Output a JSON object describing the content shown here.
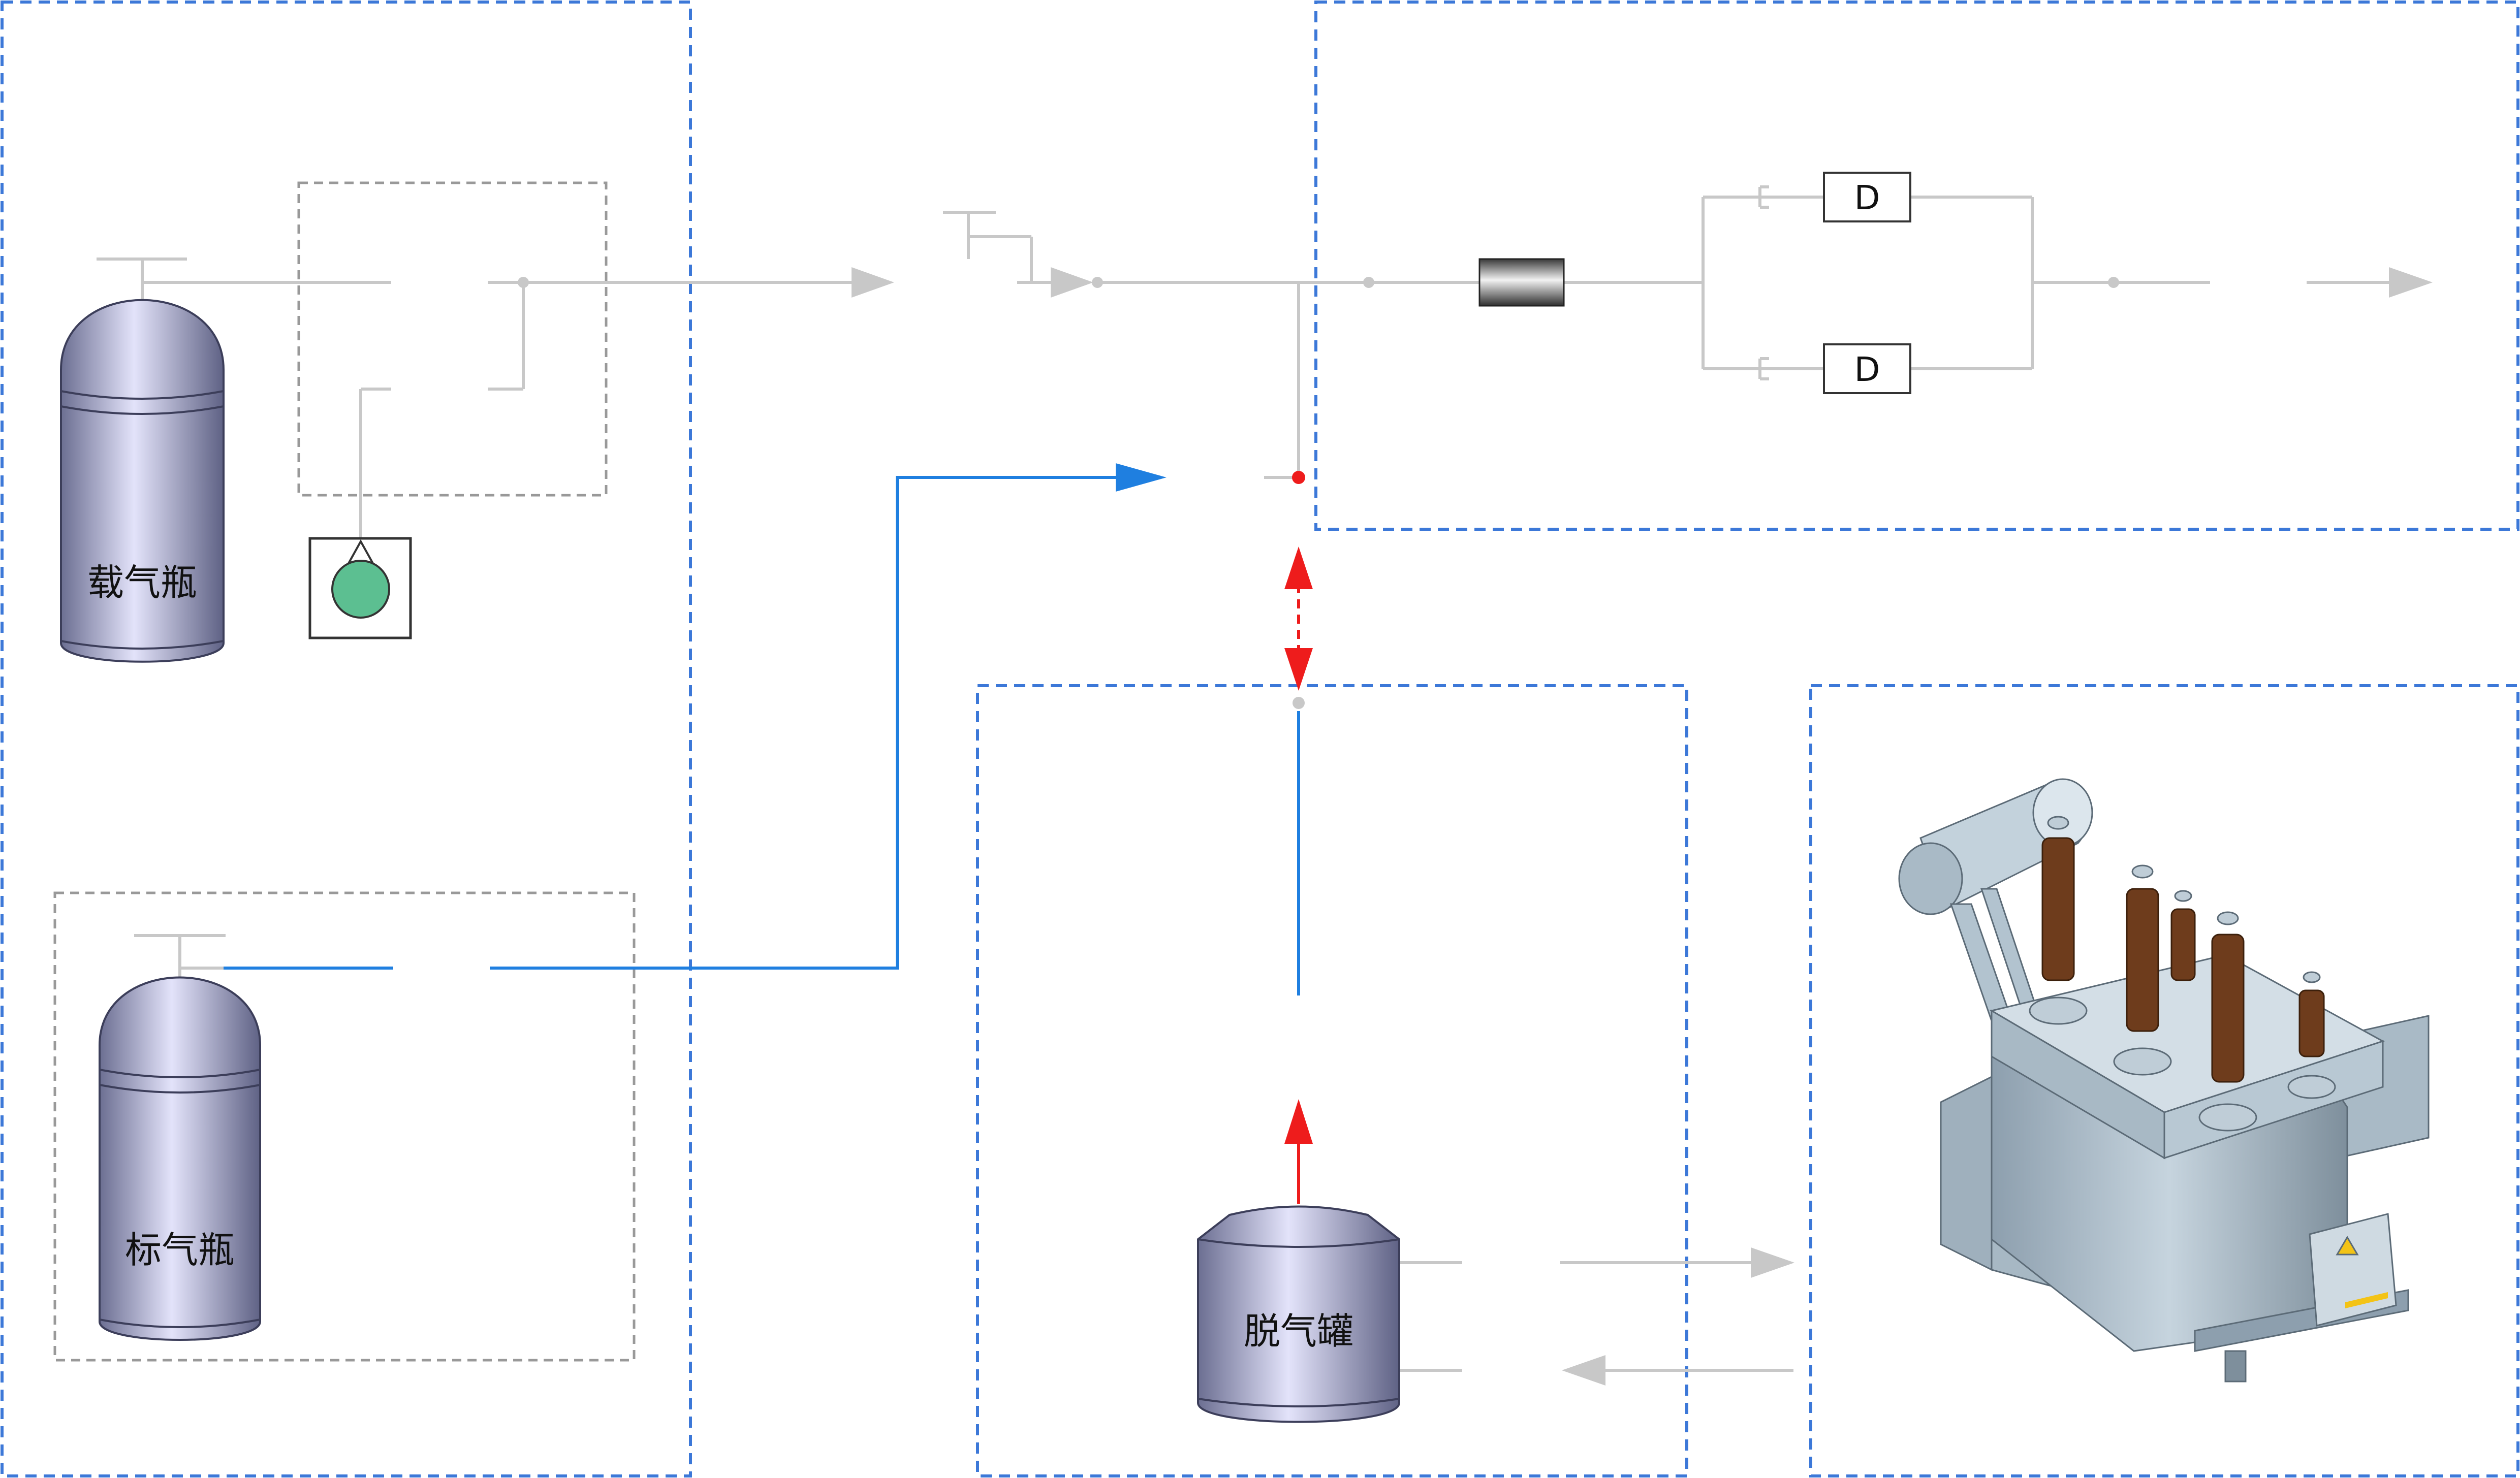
{
  "diagram": {
    "labels": {
      "carrier_gas_cylinder": "载气瓶",
      "standard_gas_cylinder": "标气瓶",
      "degassing_tank": "脱气罐",
      "detector_1": "D",
      "detector_2": "D"
    },
    "colors": {
      "region_border": "#3c78d8",
      "group_border": "#999999",
      "gas_line": "#c8c8c8",
      "standard_gas_line": "#1f7fe0",
      "flow_arrow_red": "#ee1c1c",
      "tank_body": "#a0a4c4",
      "valve_ball": "#5cbf91"
    },
    "icons": [
      "cylinder-icon",
      "valve-ball-icon",
      "column-icon",
      "detector-icon",
      "transformer-icon",
      "tank-icon",
      "arrow-icon"
    ]
  }
}
